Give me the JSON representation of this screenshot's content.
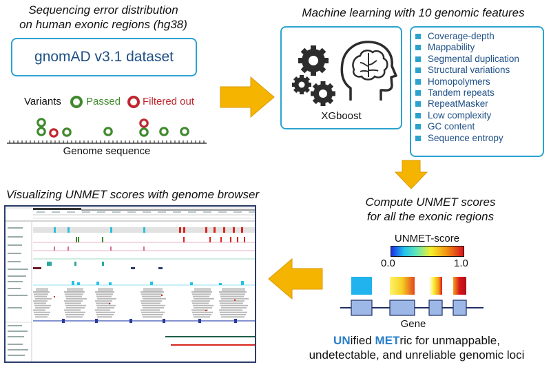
{
  "top_left": {
    "title_line1": "Sequencing error distribution",
    "title_line2": "on human exonic regions (hg38)",
    "dataset_label": "gnomAD v3.1 dataset",
    "variants_label": "Variants",
    "passed_label": "Passed",
    "filtered_label": "Filtered out",
    "genome_label": "Genome sequence"
  },
  "top_right": {
    "title": "Machine learning with 10 genomic features",
    "model_label": "XGboost",
    "features": [
      "Coverage-depth",
      "Mappability",
      "Segmental duplication",
      "Structural variations",
      "Homopolymers",
      "Tandem repeats",
      "RepeatMasker",
      "Low complexity",
      "GC content",
      "Sequence entropy"
    ]
  },
  "bottom_right": {
    "title_line1": "Compute UNMET scores",
    "title_line2": "for all the exonic regions",
    "scale_label": "UNMET-score",
    "scale_min": "0.0",
    "scale_max": "1.0",
    "gene_label": "Gene",
    "acronym": {
      "un": "UN",
      "ified": "ified ",
      "met": "MET",
      "rest": "ric for unmappable,",
      "line2": "undetectable, and unreliable genomic loci"
    }
  },
  "bottom_left": {
    "title": "Visualizing UNMET scores with genome browser"
  },
  "colors": {
    "accent_blue": "#2aa3cf",
    "dark_blue": "#1d4f86",
    "passed_green": "#3f8a2e",
    "filtered_red": "#c0272d",
    "arrow_gold": "#f5b400",
    "gene_fill": "#9db7e6"
  }
}
